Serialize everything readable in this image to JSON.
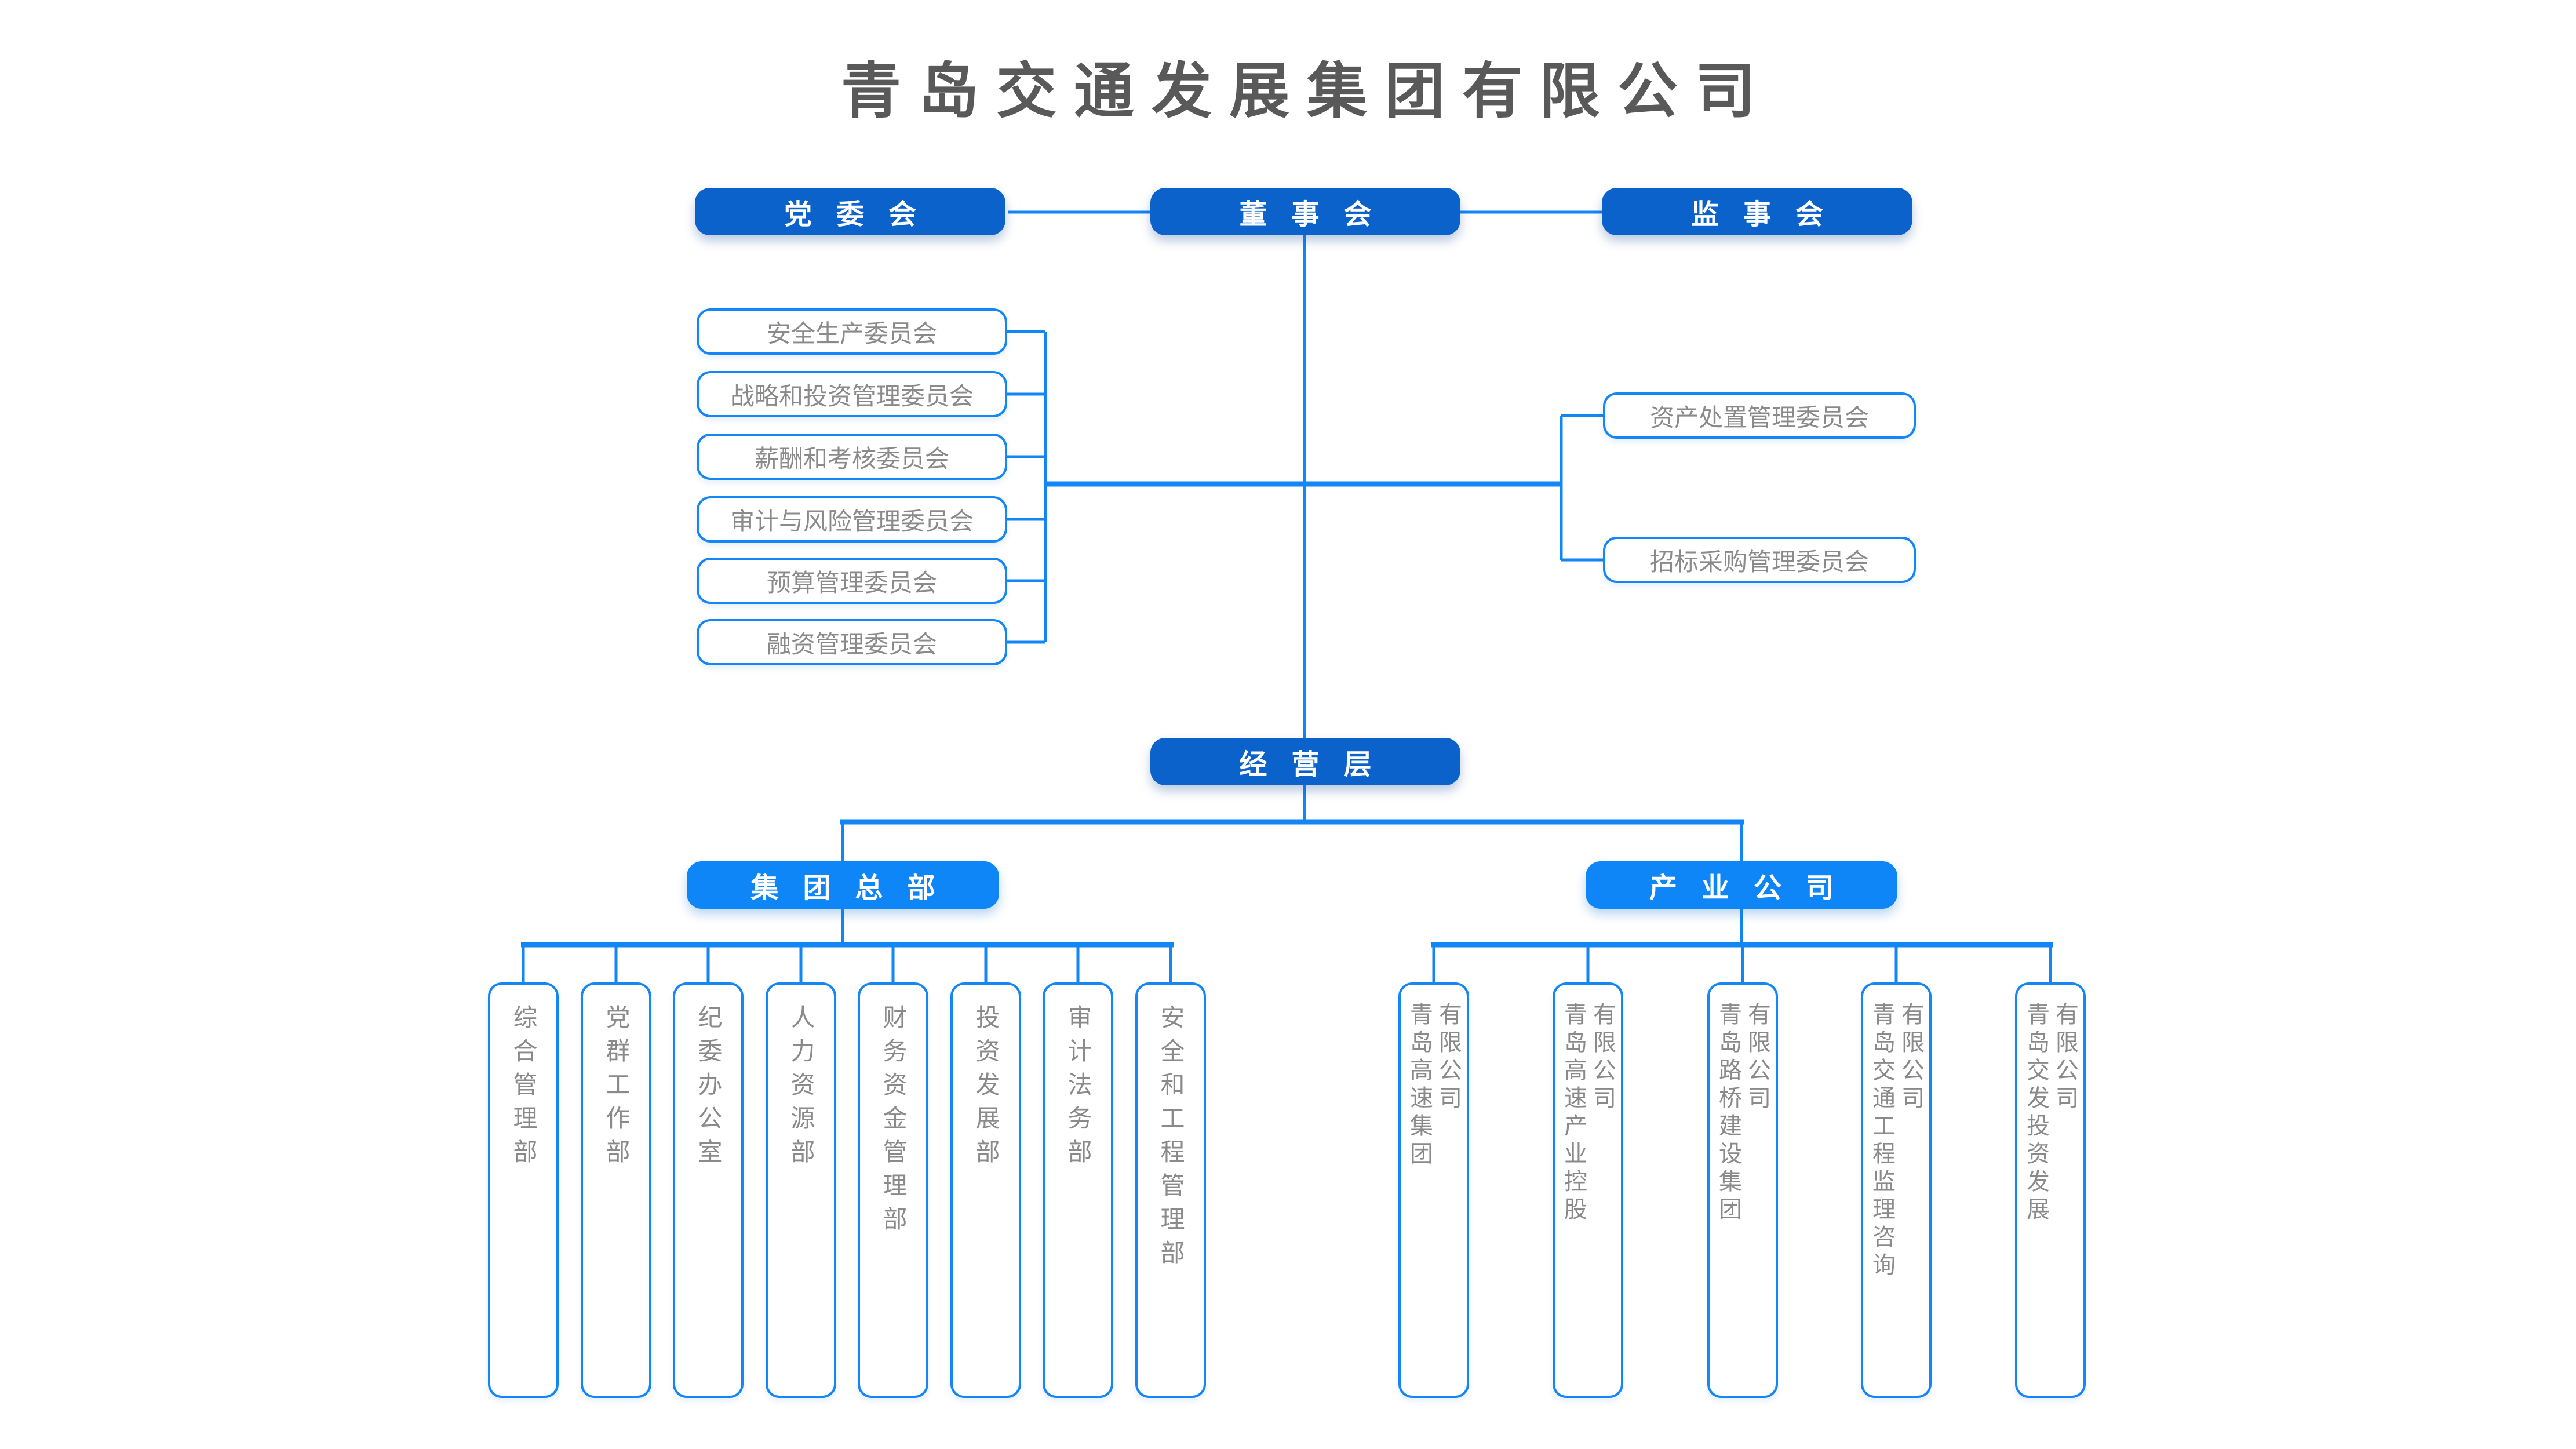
{
  "title": "青岛交通发展集团有限公司",
  "colors": {
    "dark_node_blue": "#0B62CB",
    "light_node_blue": "#0F86F8",
    "connector_blue": "#1285F7",
    "box_border_blue": "#1486F8",
    "box_text_gray": "#8A8A8A",
    "title_gray": "#595959"
  },
  "governance": {
    "party_committee": "党委会",
    "board_of_directors": "董事会",
    "supervisory_board": "监事会"
  },
  "board_committees_left": [
    {
      "label": "安全生产委员会"
    },
    {
      "label": "战略和投资管理委员会"
    },
    {
      "label": "薪酬和考核委员会"
    },
    {
      "label": "审计与风险管理委员会"
    },
    {
      "label": "预算管理委员会"
    },
    {
      "label": "融资管理委员会"
    }
  ],
  "board_committees_right": [
    {
      "label": "资产处置管理委员会"
    },
    {
      "label": "招标采购管理委员会"
    }
  ],
  "management_layer": "经营层",
  "branches": {
    "headquarters": "集团总部",
    "industry": "产业公司"
  },
  "hq_departments": [
    {
      "label": "综合管理部"
    },
    {
      "label": "党群工作部"
    },
    {
      "label": "纪委办公室"
    },
    {
      "label": "人力资源部"
    },
    {
      "label": "财务资金管理部"
    },
    {
      "label": "投资发展部"
    },
    {
      "label": "审计法务部"
    },
    {
      "label": "安全和工程管理部"
    }
  ],
  "industry_companies": [
    {
      "full_name": "青岛高速集团有限公司",
      "line1": "青岛高速集团",
      "line2": "有限公司"
    },
    {
      "full_name": "青岛高速产业控股有限公司",
      "line1": "青岛高速产业控股",
      "line2": "有限公司"
    },
    {
      "full_name": "青岛路桥建设集团有限公司",
      "line1": "青岛路桥建设集团",
      "line2": "有限公司"
    },
    {
      "full_name": "青岛交通工程监理咨询有限公司",
      "line1": "青岛交通工程监理咨询",
      "line2": "有限公司"
    },
    {
      "full_name": "青岛交发投资发展有限公司",
      "line1": "青岛交发投资发展",
      "line2": "有限公司"
    }
  ]
}
